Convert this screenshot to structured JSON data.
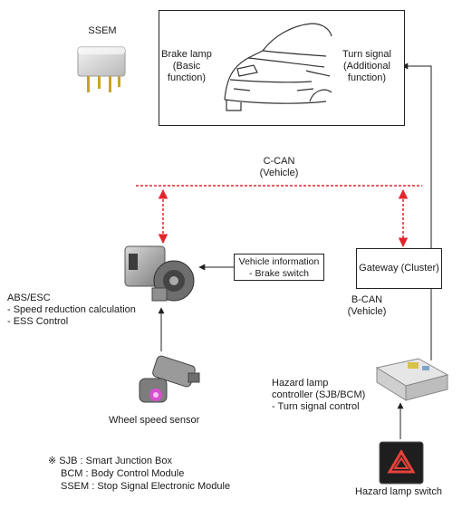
{
  "ssem_label": "SSEM",
  "vehicle_box": {
    "brake_lamp": [
      "Brake lamp",
      "(Basic",
      "function)"
    ],
    "turn_signal": [
      "Turn signal",
      "(Additional",
      "function)"
    ]
  },
  "c_can": {
    "line1": "C-CAN",
    "line2": "(Vehicle)"
  },
  "vehicle_info": {
    "line1": "Vehicle information",
    "line2": "- Brake switch"
  },
  "gateway_label": "Gateway (Cluster)",
  "b_can": {
    "line1": "B-CAN",
    "line2": "(Vehicle)"
  },
  "abs_esc": {
    "line1": "ABS/ESC",
    "line2": "- Speed reduction calculation",
    "line3": "- ESS Control"
  },
  "wheel_speed_sensor": "Wheel speed sensor",
  "hazard_controller": {
    "line1": "Hazard lamp",
    "line2": "controller (SJB/BCM)",
    "line3": "- Turn signal control"
  },
  "hazard_switch": "Hazard lamp switch",
  "footnote": {
    "line1": "※ SJB : Smart Junction Box",
    "line2": "BCM : Body Control Module",
    "line3": "SSEM : Stop  Signal Electronic Module"
  },
  "colors": {
    "can_line": "#e0262b",
    "hazard_triangle": "#e8413a"
  }
}
